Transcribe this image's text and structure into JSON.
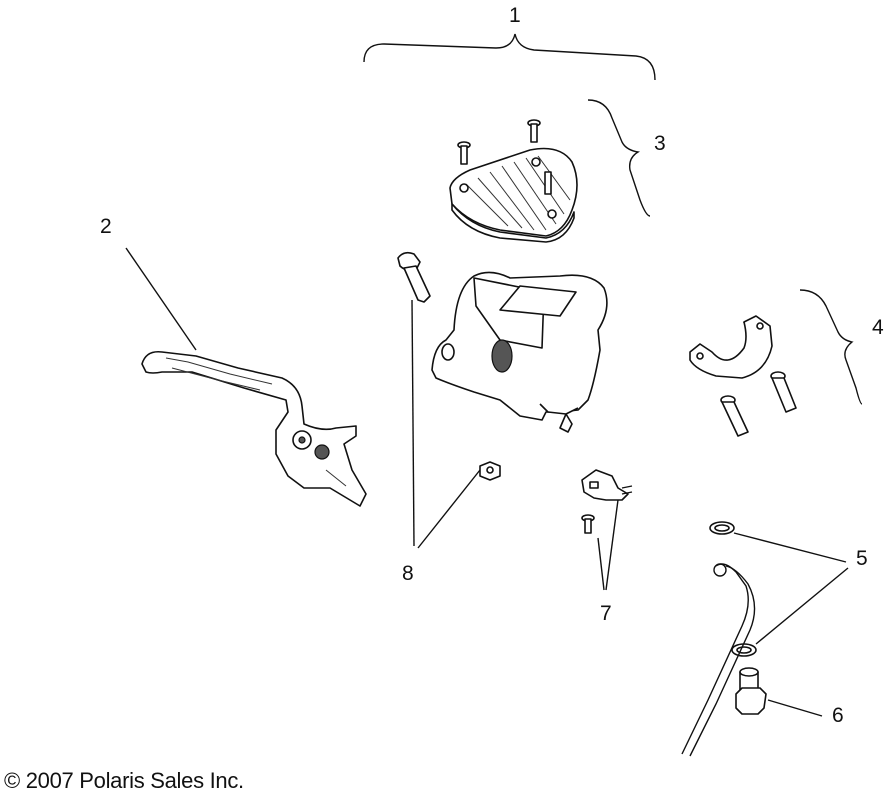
{
  "callouts": [
    {
      "id": "1",
      "label": "1"
    },
    {
      "id": "2",
      "label": "2"
    },
    {
      "id": "3",
      "label": "3"
    },
    {
      "id": "4",
      "label": "4"
    },
    {
      "id": "5",
      "label": "5"
    },
    {
      "id": "6",
      "label": "6"
    },
    {
      "id": "7",
      "label": "7"
    },
    {
      "id": "8",
      "label": "8"
    }
  ],
  "copyright": "© 2007 Polaris Sales Inc."
}
